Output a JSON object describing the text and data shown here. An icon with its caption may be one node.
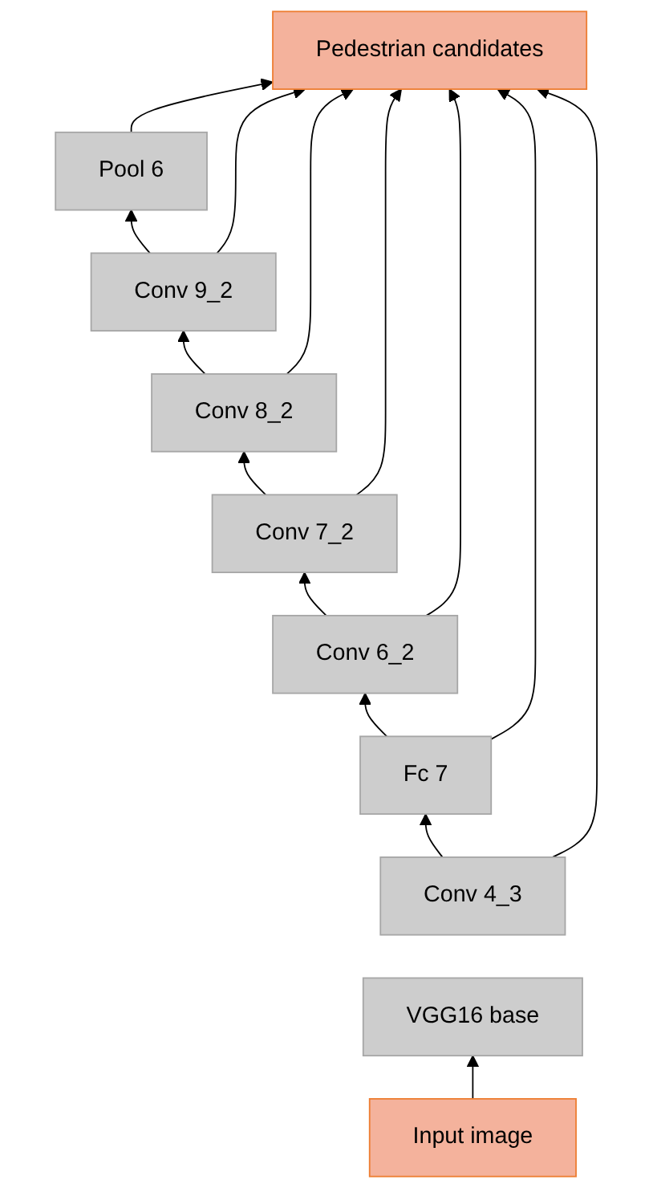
{
  "diagram": {
    "nodes": [
      {
        "text": [
          "Pedestrian candidates"
        ]
      },
      {
        "text": [
          "Pool 6"
        ]
      },
      {
        "text": [
          "Conv 9_2"
        ]
      },
      {
        "text": [
          "Conv 8_2"
        ]
      },
      {
        "text": [
          "Conv 7_2"
        ]
      },
      {
        "text": [
          "Conv 6_2"
        ]
      },
      {
        "text": [
          "Fc 7"
        ]
      },
      {
        "text": [
          "Conv 4_3"
        ]
      },
      {
        "text": [
          "VGG16 base"
        ]
      },
      {
        "text": [
          "Input image"
        ]
      }
    ],
    "edges": [
      {
        "from": 9,
        "to": 8,
        "arrow": "to"
      },
      {
        "from": 7,
        "to": 6,
        "arrow": "to"
      },
      {
        "from": 6,
        "to": 5,
        "arrow": "to"
      },
      {
        "from": 5,
        "to": 4,
        "arrow": "to"
      },
      {
        "from": 4,
        "to": 3,
        "arrow": "to"
      },
      {
        "from": 3,
        "to": 2,
        "arrow": "to"
      },
      {
        "from": 2,
        "to": 1,
        "arrow": "to"
      },
      {
        "from": 1,
        "to": 0,
        "arrow": "to"
      },
      {
        "from": 7,
        "to": 0,
        "arrow": "to"
      },
      {
        "from": 6,
        "to": 0,
        "arrow": "to"
      },
      {
        "from": 5,
        "to": 0,
        "arrow": "to"
      },
      {
        "from": 4,
        "to": 0,
        "arrow": "to"
      },
      {
        "from": 3,
        "to": 0,
        "arrow": "to"
      },
      {
        "from": 2,
        "to": 0,
        "arrow": "to"
      }
    ]
  }
}
